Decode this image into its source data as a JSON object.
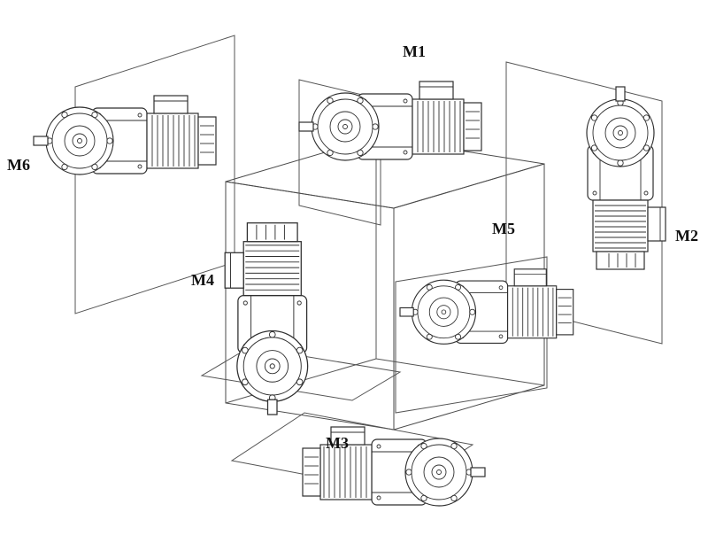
{
  "diagram": {
    "labels": {
      "m1": "M1",
      "m2": "M2",
      "m3": "M3",
      "m4": "M4",
      "m5": "M5",
      "m6": "M6"
    },
    "colors": {
      "line": "#333333",
      "panel_line": "#555555",
      "background": "#ffffff",
      "label": "#111111"
    }
  }
}
